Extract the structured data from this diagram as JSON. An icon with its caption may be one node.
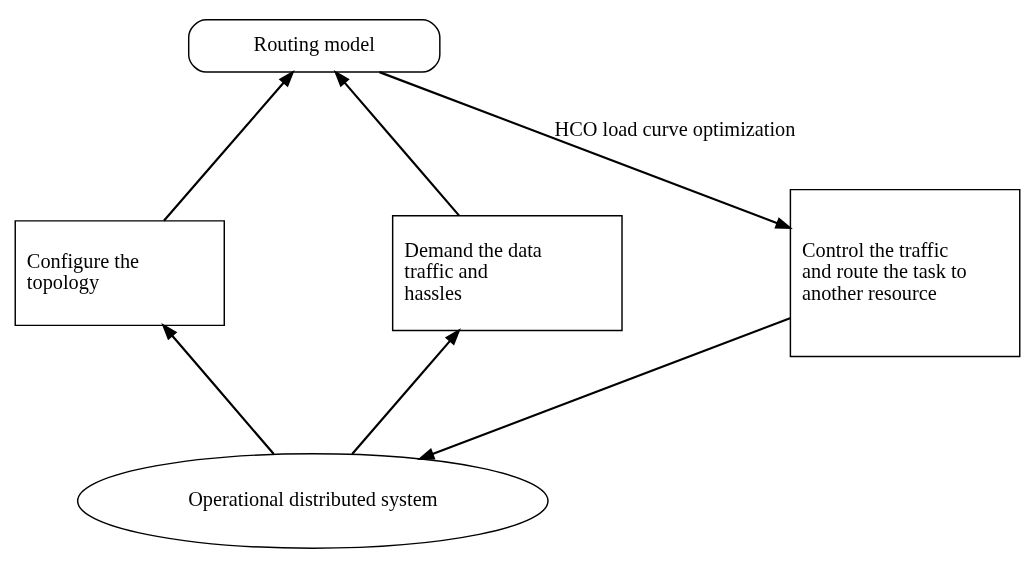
{
  "diagram": {
    "nodes": [
      {
        "text": [
          "Routing model"
        ]
      },
      {
        "text": [
          "Configure the topology"
        ]
      },
      {
        "text": [
          "Demand the data traffic and hassles"
        ]
      },
      {
        "text": [
          "Control the traffic and route the task to another resource"
        ]
      },
      {
        "text": [
          "Operational distributed system"
        ]
      }
    ],
    "edges": [
      {
        "from": 4,
        "to": 1,
        "arrow": "to"
      },
      {
        "from": 1,
        "to": 0,
        "arrow": "to"
      },
      {
        "from": 4,
        "to": 2,
        "arrow": "to"
      },
      {
        "from": 2,
        "to": 0,
        "arrow": "to"
      },
      {
        "from": 0,
        "to": 3,
        "arrow": "to",
        "label": "HCO load curve optimization"
      },
      {
        "from": 3,
        "to": 4,
        "arrow": "to"
      }
    ]
  }
}
